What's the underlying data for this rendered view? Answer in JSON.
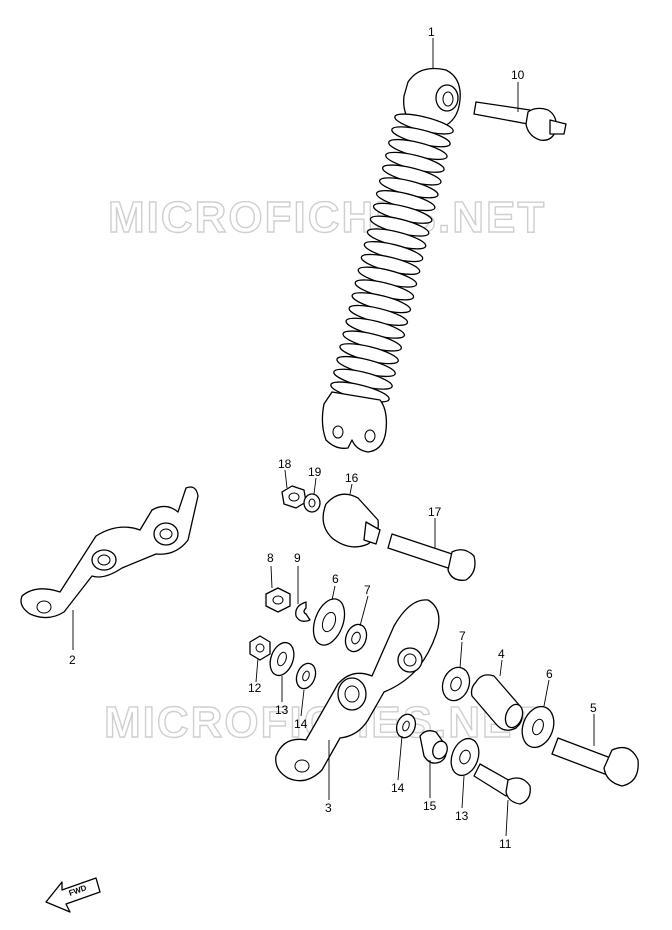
{
  "watermark": "MICROFICHES.NET",
  "fwd_label": "FWD",
  "callouts": [
    {
      "id": "1",
      "text": "1"
    },
    {
      "id": "10",
      "text": "10"
    },
    {
      "id": "18",
      "text": "18"
    },
    {
      "id": "19",
      "text": "19"
    },
    {
      "id": "16",
      "text": "16"
    },
    {
      "id": "17",
      "text": "17"
    },
    {
      "id": "2",
      "text": "2"
    },
    {
      "id": "8",
      "text": "8"
    },
    {
      "id": "9",
      "text": "9"
    },
    {
      "id": "6a",
      "text": "6"
    },
    {
      "id": "7a",
      "text": "7"
    },
    {
      "id": "12",
      "text": "12"
    },
    {
      "id": "13a",
      "text": "13"
    },
    {
      "id": "14a",
      "text": "14"
    },
    {
      "id": "7b",
      "text": "7"
    },
    {
      "id": "4",
      "text": "4"
    },
    {
      "id": "6b",
      "text": "6"
    },
    {
      "id": "5",
      "text": "5"
    },
    {
      "id": "3",
      "text": "3"
    },
    {
      "id": "14b",
      "text": "14"
    },
    {
      "id": "15",
      "text": "15"
    },
    {
      "id": "13b",
      "text": "13"
    },
    {
      "id": "11",
      "text": "11"
    }
  ]
}
